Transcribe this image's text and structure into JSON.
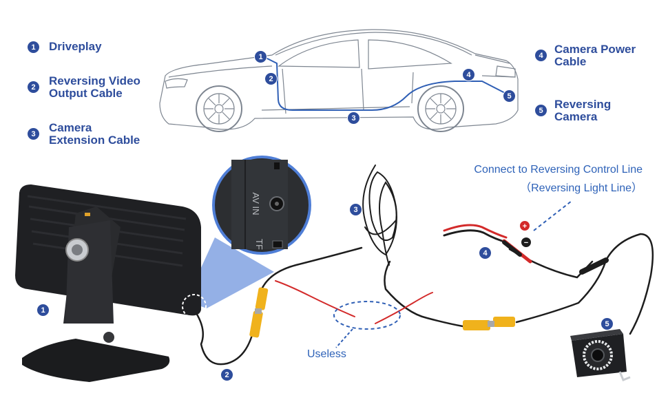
{
  "legend": {
    "items": [
      {
        "num": "1",
        "lines": [
          "Driveplay"
        ]
      },
      {
        "num": "2",
        "lines": [
          "Reversing Video",
          "Output Cable"
        ]
      },
      {
        "num": "3",
        "lines": [
          "Camera",
          "Extension Cable"
        ]
      },
      {
        "num": "4",
        "lines": [
          "Camera Power",
          "Cable"
        ]
      },
      {
        "num": "5",
        "lines": [
          "Reversing",
          "Camera"
        ]
      }
    ]
  },
  "callouts": {
    "connect_line1": "Connect to Reversing Control Line",
    "connect_line2": "（Reversing Light Line）",
    "useless": "Useless",
    "port_av": "AV IN",
    "port_tf": "TF",
    "plus": "+",
    "minus": "−"
  },
  "colors": {
    "accent": "#2e4d9c",
    "callout_text": "#2e62b8",
    "cable_red": "#d32a2a",
    "rca_yellow": "#f0b21c",
    "cable_blue": "#2f5fb5"
  }
}
